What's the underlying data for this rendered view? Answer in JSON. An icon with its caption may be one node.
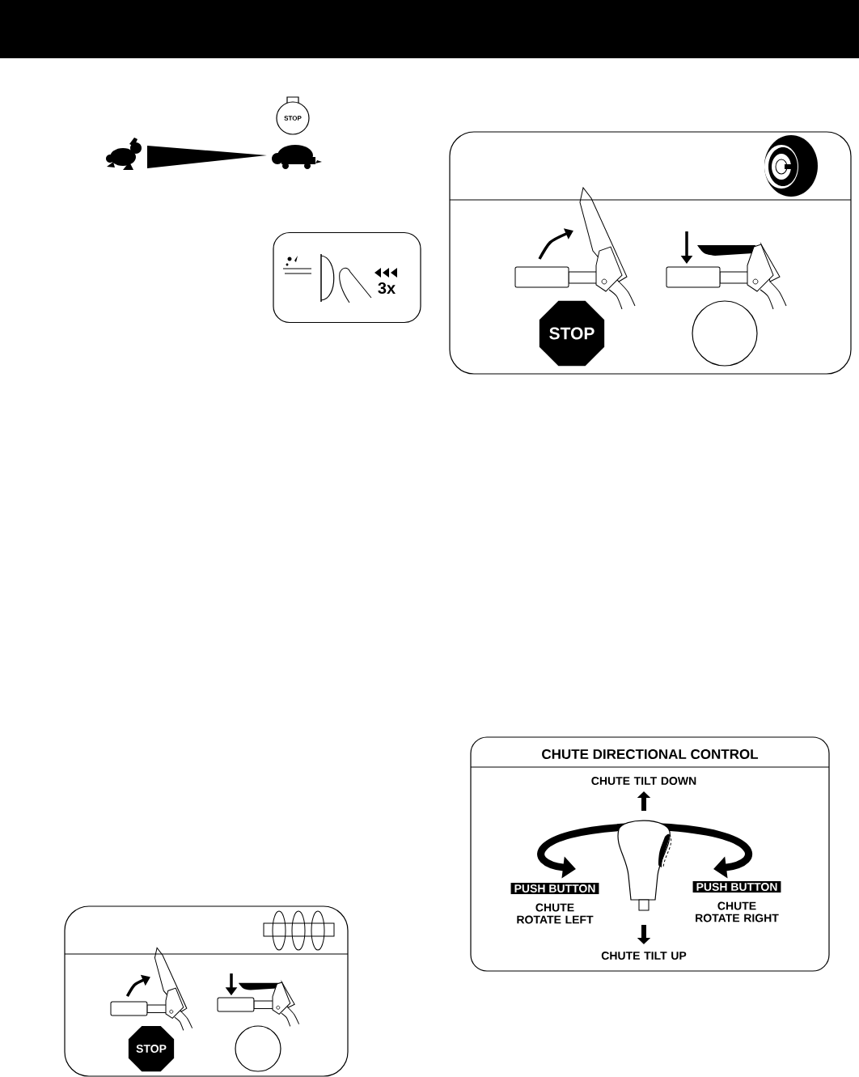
{
  "diagram": {
    "nodes": [
      {
        "text": [
          "STOP"
        ]
      },
      {
        "text": [
          "3x"
        ]
      },
      {
        "text": [],
        "shape": "box"
      },
      {
        "text": [
          "STOP"
        ],
        "in": 2
      },
      {
        "text": [],
        "shape": "circle",
        "in": 2
      },
      {
        "text": [
          "CHUTE DIRECTIONAL CONTROL"
        ]
      },
      {
        "text": [
          "PUSH BUTTON"
        ],
        "in": 5
      },
      {
        "text": [
          "PUSH BUTTON"
        ],
        "in": 5
      },
      {
        "text": [],
        "shape": "box"
      },
      {
        "text": [
          "STOP"
        ],
        "in": 8
      },
      {
        "text": [],
        "shape": "circle",
        "in": 8
      }
    ],
    "labels": [
      "CHUTE TILT DOWN",
      "CHUTE ROTATE LEFT",
      "CHUTE ROTATE RIGHT",
      "CHUTE TILT UP"
    ]
  }
}
